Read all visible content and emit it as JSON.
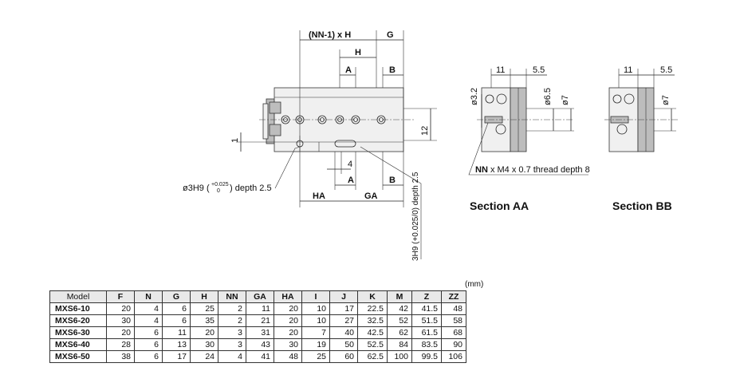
{
  "drawing": {
    "top": {
      "nn_h": "(NN-1) x H",
      "g": "G",
      "h": "H",
      "a": "A",
      "b": "B"
    },
    "side": {
      "twelve": "12",
      "one": "1"
    },
    "bottom": {
      "four": "4",
      "a": "A",
      "b": "B",
      "ha": "HA",
      "ga": "GA"
    },
    "hole_left_pre": "ø3H9 (",
    "hole_left_tol_upper": "+0.025",
    "hole_left_tol_lower": "0",
    "hole_left_post": ") depth 2.5",
    "hole_vertical": "3H9 (+0.025/0) depth 2.5",
    "thread_note_bold": "NN",
    "thread_note_rest": " x M4 x 0.7 thread depth 8",
    "section_aa": {
      "title": "Section AA",
      "dims": {
        "eleven": "11",
        "five_five": "5.5",
        "d32": "ø3.2",
        "d65": "ø6.5",
        "d7": "ø7"
      }
    },
    "section_bb": {
      "title": "Section BB",
      "dims": {
        "eleven": "11",
        "five_five": "5.5",
        "d7": "ø7"
      }
    }
  },
  "table": {
    "unit": "(mm)",
    "headers": [
      "Model",
      "F",
      "N",
      "G",
      "H",
      "NN",
      "GA",
      "HA",
      "I",
      "J",
      "K",
      "M",
      "Z",
      "ZZ"
    ],
    "rows": [
      [
        "MXS6-10",
        "20",
        "4",
        "6",
        "25",
        "2",
        "11",
        "20",
        "10",
        "17",
        "22.5",
        "42",
        "41.5",
        "48"
      ],
      [
        "MXS6-20",
        "30",
        "4",
        "6",
        "35",
        "2",
        "21",
        "20",
        "10",
        "27",
        "32.5",
        "52",
        "51.5",
        "58"
      ],
      [
        "MXS6-30",
        "20",
        "6",
        "11",
        "20",
        "3",
        "31",
        "20",
        "7",
        "40",
        "42.5",
        "62",
        "61.5",
        "68"
      ],
      [
        "MXS6-40",
        "28",
        "6",
        "13",
        "30",
        "3",
        "43",
        "30",
        "19",
        "50",
        "52.5",
        "84",
        "83.5",
        "90"
      ],
      [
        "MXS6-50",
        "38",
        "6",
        "17",
        "24",
        "4",
        "41",
        "48",
        "25",
        "60",
        "62.5",
        "100",
        "99.5",
        "106"
      ]
    ]
  }
}
